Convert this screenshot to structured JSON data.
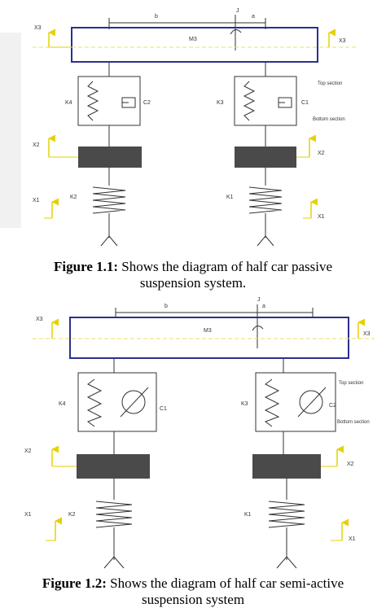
{
  "figure1": {
    "labels": {
      "dim_b": "b",
      "dim_a": "a",
      "dim_j": "J",
      "mass": "M3",
      "x3_left": "X3",
      "x3_right": "X3",
      "k4": "K4",
      "c_left": "C2",
      "k3": "K3",
      "c_right": "C1",
      "top_section": "Top section",
      "bottom_section": "Bottom section",
      "x2_left": "X2",
      "x2_right": "X2",
      "x1_left": "X1",
      "x1_right": "X1",
      "k2": "K2",
      "k1": "K1"
    },
    "caption_label": "Figure 1.1:",
    "caption_text": " Shows the diagram of half car passive",
    "caption_line2": "suspension system."
  },
  "figure2": {
    "labels": {
      "dim_b": "b",
      "dim_a": "a",
      "dim_j": "J",
      "mass": "M3",
      "x3_left": "X3",
      "x3_right": "X3",
      "k4": "K4",
      "c_left": "C1",
      "k3": "K3",
      "c_right": "C2",
      "top_section": "Top section",
      "bottom_section": "Bottom section",
      "x2_left": "X2",
      "x2_right": "X2",
      "x1_left": "X1",
      "x1_right": "X1",
      "k2": "K2",
      "k1": "K1"
    },
    "caption_label": "Figure 1.2:",
    "caption_text": " Shows the diagram of half car semi-active",
    "caption_line2": "suspension system"
  },
  "colors": {
    "body_outline": "#2b2f8f",
    "centerline": "#e8e060",
    "arrow": "#e6d200",
    "wheel_mass": "#4a4a4a",
    "line": "#333333"
  }
}
